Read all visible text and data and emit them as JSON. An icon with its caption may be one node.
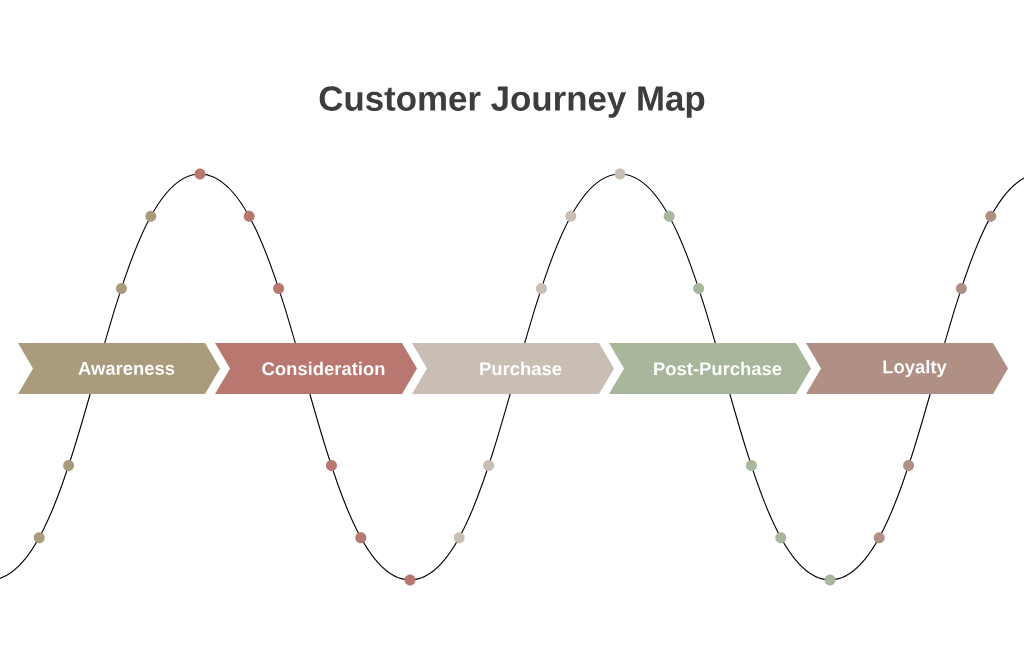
{
  "diagram": {
    "title": "Customer Journey Map",
    "nodes": [
      {
        "text": [
          "Awareness"
        ]
      },
      {
        "text": [
          "Consideration"
        ]
      },
      {
        "text": [
          "Purchase"
        ]
      },
      {
        "text": [
          "Post-Purchase"
        ]
      },
      {
        "text": [
          "Loyalty"
        ]
      }
    ]
  }
}
